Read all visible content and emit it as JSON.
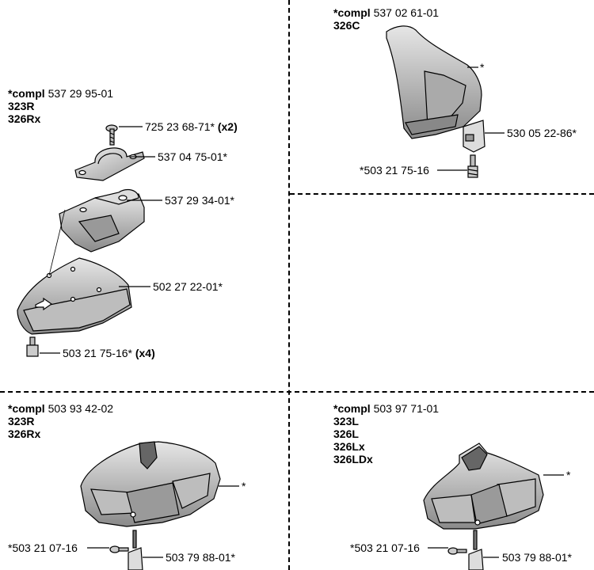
{
  "dividers": [
    "vertical",
    "horizontal"
  ],
  "kits": [
    {
      "compl_label": "*compl",
      "part_number": "537 29 95-01",
      "models": [
        "323R",
        "326Rx"
      ],
      "callouts": [
        {
          "part": "725 23 68-71*",
          "qty": "(x2)"
        },
        {
          "part": "537 04 75-01*",
          "qty": ""
        },
        {
          "part": "537 29 34-01*",
          "qty": ""
        },
        {
          "part": "502 27 22-01*",
          "qty": ""
        },
        {
          "part": "503 21 75-16*",
          "qty": "(x4)"
        }
      ]
    },
    {
      "compl_label": "*compl",
      "part_number": "537 02 61-01",
      "models": [
        "326C"
      ],
      "callouts": [
        {
          "part": "*",
          "qty": ""
        },
        {
          "part": "530 05 22-86*",
          "qty": ""
        },
        {
          "part": "*503 21 75-16",
          "qty": ""
        }
      ]
    },
    {
      "compl_label": "*compl",
      "part_number": "503 93 42-02",
      "models": [
        "323R",
        "326Rx"
      ],
      "callouts": [
        {
          "part": "*",
          "qty": ""
        },
        {
          "part": "*503 21 07-16",
          "qty": ""
        },
        {
          "part": "503 79 88-01*",
          "qty": ""
        }
      ]
    },
    {
      "compl_label": "*compl",
      "part_number": "503 97 71-01",
      "models": [
        "323L",
        "326L",
        "326Lx",
        "326LDx"
      ],
      "callouts": [
        {
          "part": "*",
          "qty": ""
        },
        {
          "part": "*503 21 07-16",
          "qty": ""
        },
        {
          "part": "503 79 88-01*",
          "qty": ""
        }
      ]
    }
  ]
}
